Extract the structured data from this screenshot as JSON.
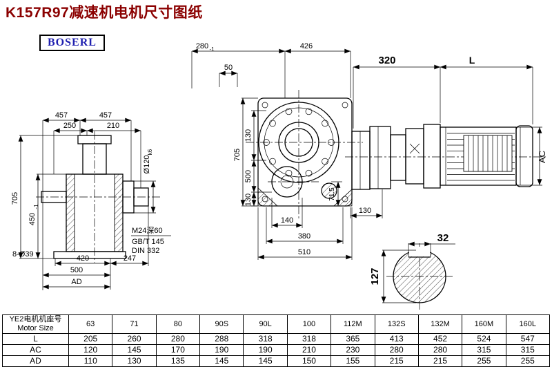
{
  "page": {
    "title": "K157R97减速机电机尺寸图纸",
    "logo": "BOSERL"
  },
  "colors": {
    "title": "#8b0000",
    "logo_text": "#2020b0",
    "line": "#000000"
  },
  "dims": {
    "left_view": {
      "d457a": "457",
      "d457b": "457",
      "d250": "250",
      "d210": "210",
      "d705": "705",
      "d450": "450",
      "d450_tol": "-1",
      "d120": "Ø120",
      "d120_fit": "k6",
      "thread": "M24深60",
      "std1": "GB/T 145",
      "std2": "DIN 332",
      "holes": "8-Ø39",
      "d420": "420",
      "d247": "247",
      "d500": "500",
      "dAD": "AD"
    },
    "front_view": {
      "d280": "280",
      "d280_tol": "-1",
      "d426": "426",
      "d50": "50",
      "d705": "705",
      "d130_top": "130",
      "d500": "500",
      "d130_bot": "130",
      "d71_5": "71.5",
      "d140": "140",
      "d130_right": "130",
      "d380": "380",
      "d510": "510"
    },
    "motor_view": {
      "d320": "320",
      "dL": "L",
      "dAC": "AC"
    },
    "shaft_view": {
      "d32": "32",
      "d127": "127"
    }
  },
  "table": {
    "row_label_cn": "YE2电机机座号",
    "row_label_en": "Motor Size",
    "sizes": [
      "63",
      "71",
      "80",
      "90S",
      "90L",
      "100",
      "112M",
      "132S",
      "132M",
      "160M",
      "160L"
    ],
    "rows": [
      {
        "label": "L",
        "values": [
          "205",
          "260",
          "280",
          "288",
          "318",
          "318",
          "365",
          "413",
          "452",
          "524",
          "547"
        ]
      },
      {
        "label": "AC",
        "values": [
          "120",
          "145",
          "170",
          "190",
          "190",
          "210",
          "230",
          "280",
          "280",
          "315",
          "315"
        ]
      },
      {
        "label": "AD",
        "values": [
          "110",
          "130",
          "135",
          "145",
          "145",
          "150",
          "155",
          "215",
          "215",
          "255",
          "255"
        ]
      }
    ]
  }
}
